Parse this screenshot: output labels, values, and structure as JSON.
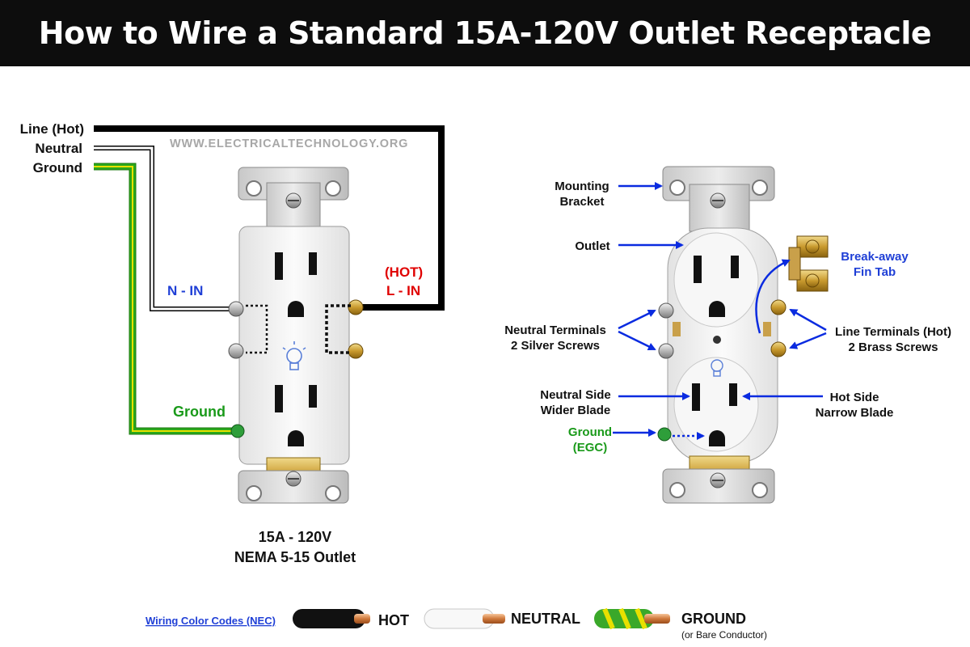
{
  "title": "How to Wire a Standard 15A-120V Outlet Receptacle",
  "watermark": "WWW.ELECTRICALTECHNOLOGY.ORG",
  "wiring": {
    "line_hot": "Line (Hot)",
    "neutral": "Neutral",
    "ground": "Ground",
    "n_in": "N - IN",
    "hot_tag": "(HOT)",
    "l_in": "L - IN",
    "ground_label": "Ground",
    "caption_line1": "15A - 120V",
    "caption_line2": "NEMA 5-15 Outlet"
  },
  "anatomy": {
    "mounting_bracket_1": "Mounting",
    "mounting_bracket_2": "Bracket",
    "outlet": "Outlet",
    "breakaway_1": "Break-away",
    "breakaway_2": "Fin Tab",
    "neutral_terminals_1": "Neutral Terminals",
    "neutral_terminals_2": "2 Silver Screws",
    "line_terminals_1": "Line Terminals (Hot)",
    "line_terminals_2": "2 Brass Screws",
    "neutral_side_1": "Neutral Side",
    "neutral_side_2": "Wider Blade",
    "hot_side_1": "Hot Side",
    "hot_side_2": "Narrow Blade",
    "ground_egc_1": "Ground",
    "ground_egc_2": "(EGC)"
  },
  "legend": {
    "title": "Wiring Color Codes (NEC)",
    "hot": "HOT",
    "neutral": "NEUTRAL",
    "ground": "GROUND",
    "ground_note": "(or Bare Conductor)"
  },
  "colors": {
    "hot_wire": "#000000",
    "neutral_wire": "#ffffff",
    "ground_wire": "#2aa81a",
    "ground_stripe": "#e8e000",
    "label_blue": "#1f3fd6",
    "label_red": "#e00000",
    "label_green": "#1a9a1a",
    "arrow_blue": "#0a2be0"
  }
}
